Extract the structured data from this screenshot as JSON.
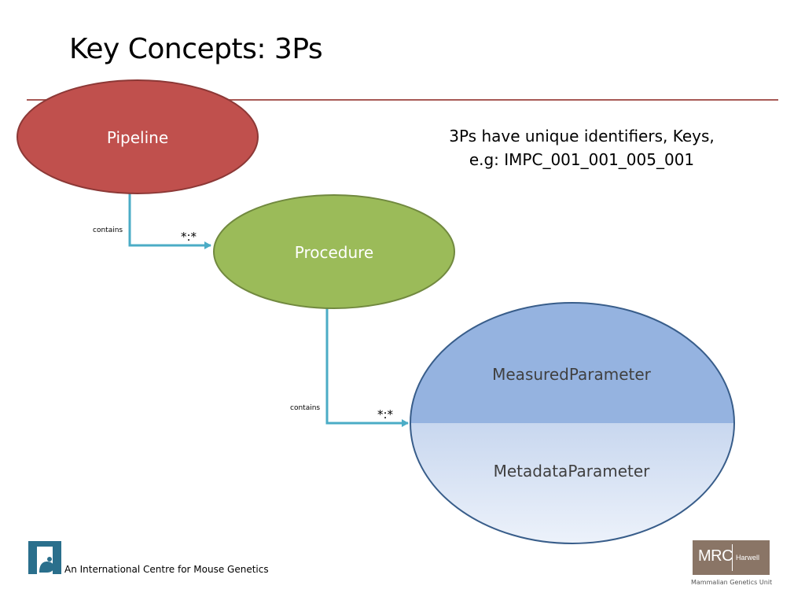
{
  "slide": {
    "title": "Key Concepts: 3Ps"
  },
  "diagram": {
    "nodes": {
      "pipeline": "Pipeline",
      "procedure": "Procedure",
      "measured_parameter": "MeasuredParameter",
      "metadata_parameter": "MetadataParameter"
    },
    "edges": [
      {
        "label": "contains",
        "multiplicity": "*:*"
      },
      {
        "label": "contains",
        "multiplicity": "*:*"
      }
    ]
  },
  "note": {
    "line1": "3Ps have unique identifiers, Keys,",
    "line2": "e.g: IMPC_001_001_005_001"
  },
  "footer": {
    "text": "An International Centre for Mouse Genetics",
    "mrc_main": "MRC",
    "mrc_sub": "Harwell",
    "mrc_caption": "Mammalian Genetics Unit"
  },
  "colors": {
    "pipeline_fill": "#c0504d",
    "procedure_fill": "#9bbb59",
    "measured_fill": "#95b3e0",
    "metadata_fill": "#d6e2f3",
    "connector": "#4bacc6",
    "divider": "#a85a56",
    "logo_teal": "#2a6f8c",
    "mrc_brown": "#8a7566"
  }
}
